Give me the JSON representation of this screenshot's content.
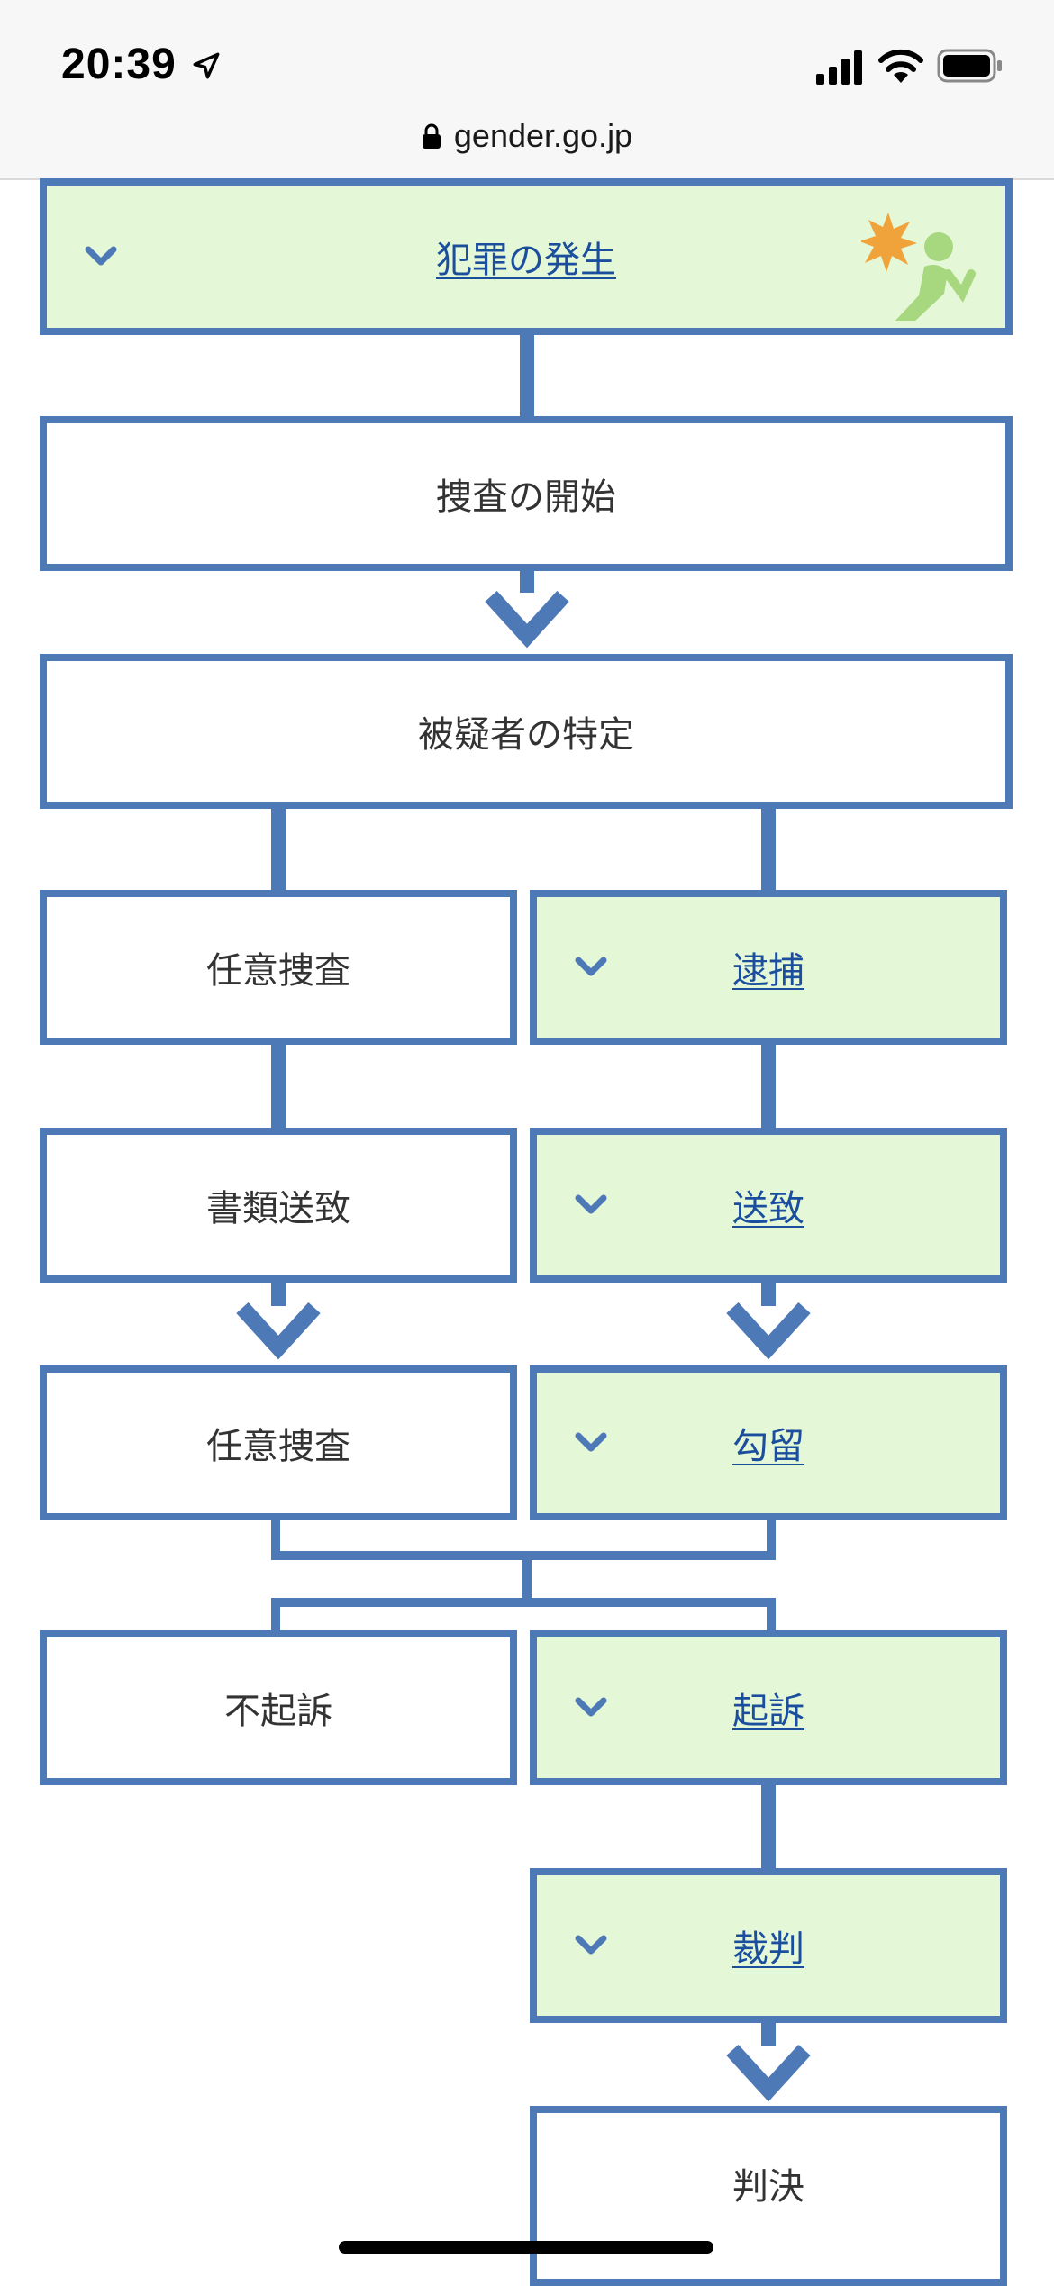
{
  "status_bar": {
    "time": "20:39"
  },
  "browser": {
    "url": "gender.go.jp"
  },
  "flow": {
    "crime": "犯罪の発生",
    "investigation_start": "捜査の開始",
    "suspect_identification": "被疑者の特定",
    "voluntary_investigation_1": "任意捜査",
    "arrest": "逮捕",
    "document_referral": "書類送致",
    "referral": "送致",
    "voluntary_investigation_2": "任意捜査",
    "detention": "勾留",
    "non_prosecution": "不起訴",
    "prosecution": "起訴",
    "trial": "裁判",
    "verdict": "判決"
  },
  "colors": {
    "border": "#4e79b7",
    "link_box_bg": "#e4f7d7",
    "link_text": "#1b4f9e",
    "icon_orange": "#f0a33a",
    "icon_green": "#a7d77f"
  }
}
